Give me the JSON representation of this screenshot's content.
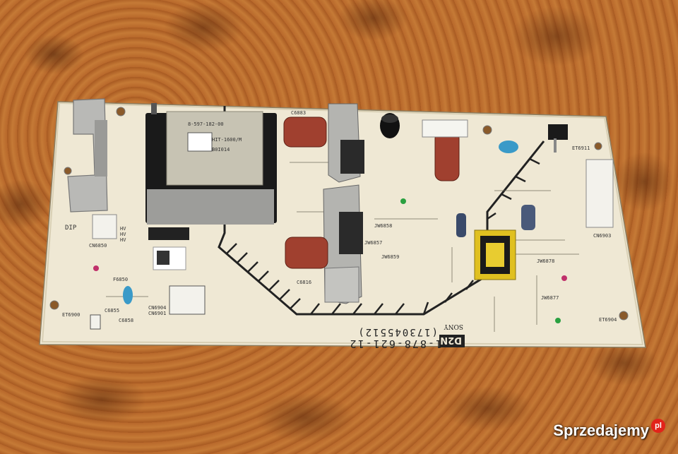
{
  "watermark": {
    "site_name": "Sprzedajemy",
    "badge": "pl"
  },
  "board": {
    "part_number": "1-878-621-12",
    "code": "(173045512)",
    "maker": "SONY",
    "badge": "D2N",
    "transformer_label": [
      "8-597-182-00",
      "HIT-1600/M",
      "B0I014"
    ],
    "labels": {
      "dip": "DIP",
      "hv": [
        "HV",
        "HV",
        "HV"
      ],
      "cn6850": "CN6850",
      "cn6903": "CN6903",
      "cn6904": "CN6904",
      "cn6901": "CN6901",
      "et6900": "ET6900",
      "et6904": "ET6904",
      "et6911": "ET6911",
      "c6883": "C6883",
      "c6816": "C6816",
      "jw6858": "JW6858",
      "jw6857": "JW6857",
      "jw6859": "JW6859",
      "jw6878": "JW6878",
      "jw6877": "JW6877",
      "c6855": "C6855",
      "c6858": "C6858",
      "f6850": "F6850"
    }
  }
}
